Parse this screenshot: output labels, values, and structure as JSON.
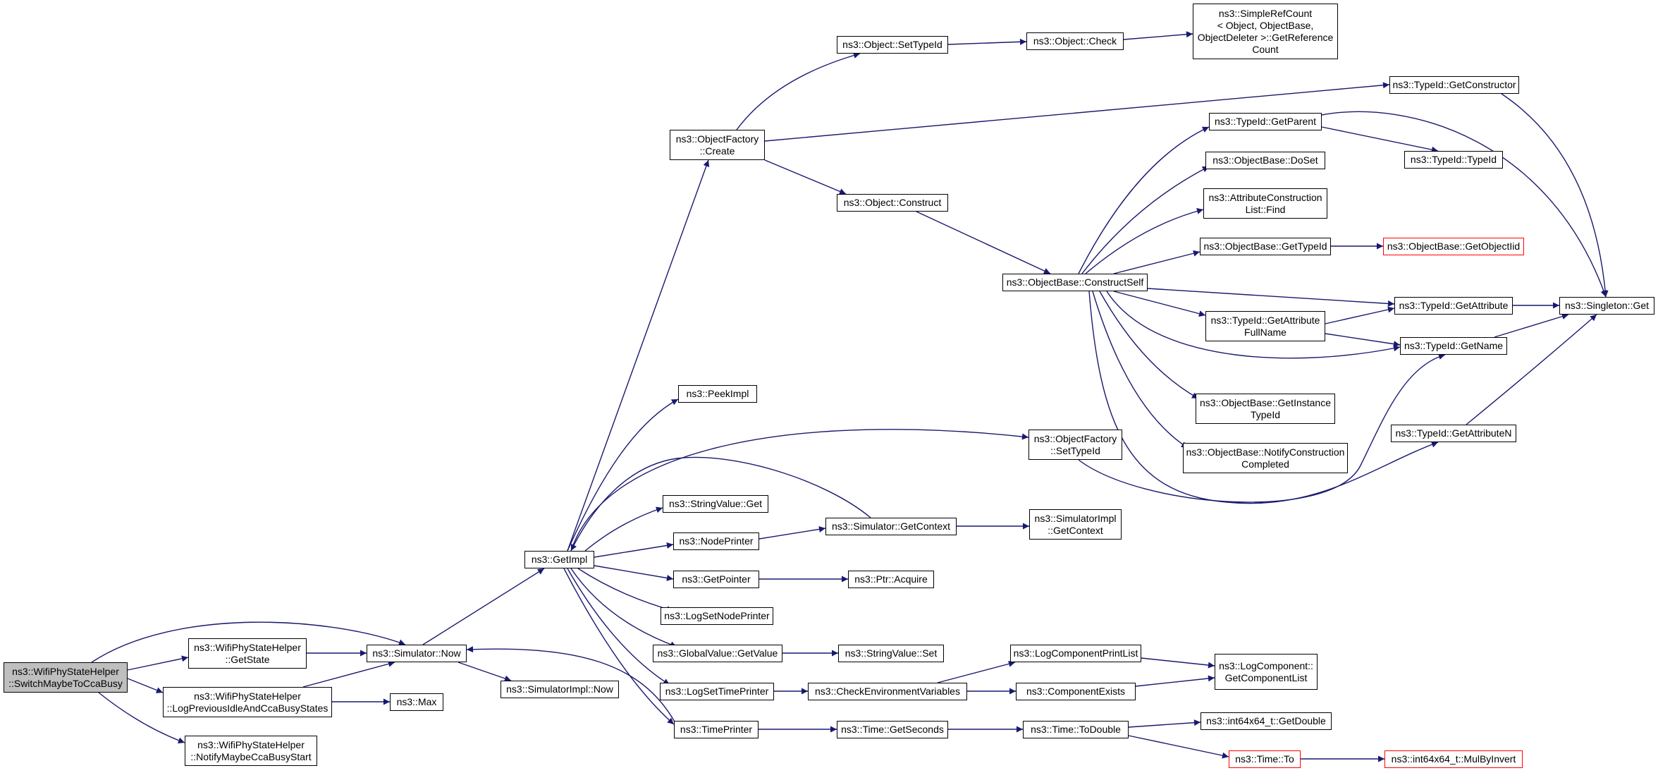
{
  "graph": {
    "edge_color": "#191970",
    "nodes": {
      "switch": "ns3::WifiPhyStateHelper\n::SwitchMaybeToCcaBusy",
      "getstate": "ns3::WifiPhyStateHelper\n::GetState",
      "logprev": "ns3::WifiPhyStateHelper\n::LogPreviousIdleAndCcaBusyStates",
      "notify": "ns3::WifiPhyStateHelper\n::NotifyMaybeCcaBusyStart",
      "now": "ns3::Simulator::Now",
      "max": "ns3::Max",
      "simimplnow": "ns3::SimulatorImpl::Now",
      "getimpl": "ns3::GetImpl",
      "ofcreate": "ns3::ObjectFactory\n::Create",
      "peekimpl": "ns3::PeekImpl",
      "strget": "ns3::StringValue::Get",
      "nodeprinter": "ns3::NodePrinter",
      "getpointer": "ns3::GetPointer",
      "logsetnode": "ns3::LogSetNodePrinter",
      "gvgetvalue": "ns3::GlobalValue::GetValue",
      "logsettime": "ns3::LogSetTimePrinter",
      "timeprinter": "ns3::TimePrinter",
      "objsettypeid": "ns3::Object::SetTypeId",
      "objconstruct": "ns3::Object::Construct",
      "ofsettypeid": "ns3::ObjectFactory\n::SetTypeId",
      "simgetctx": "ns3::Simulator::GetContext",
      "ptracquire": "ns3::Ptr::Acquire",
      "strset": "ns3::StringValue::Set",
      "checkenv": "ns3::CheckEnvironmentVariables",
      "getseconds": "ns3::Time::GetSeconds",
      "objcheck": "ns3::Object::Check",
      "constructself": "ns3::ObjectBase::ConstructSelf",
      "simimplctx": "ns3::SimulatorImpl\n::GetContext",
      "logprintlist": "ns3::LogComponentPrintList",
      "compexists": "ns3::ComponentExists",
      "todouble": "ns3::Time::ToDouble",
      "refcount": "ns3::SimpleRefCount\n< Object, ObjectBase,\nObjectDeleter >::GetReference\nCount",
      "getparent": "ns3::TypeId::GetParent",
      "doset": "ns3::ObjectBase::DoSet",
      "acfind": "ns3::AttributeConstruction\nList::Find",
      "obgettypeid": "ns3::ObjectBase::GetTypeId",
      "getattrfull": "ns3::TypeId::GetAttribute\nFullName",
      "getinstance": "ns3::ObjectBase::GetInstance\nTypeId",
      "notifyconst": "ns3::ObjectBase::NotifyConstruction\nCompleted",
      "getcomplist": "ns3::LogComponent::\nGetComponentList",
      "getdouble": "ns3::int64x64_t::GetDouble",
      "timeto": "ns3::Time::To",
      "getconstructor": "ns3::TypeId::GetConstructor",
      "typeidtypeid": "ns3::TypeId::TypeId",
      "getobjectiid": "ns3::ObjectBase::GetObjectIid",
      "getattribute": "ns3::TypeId::GetAttribute",
      "getname": "ns3::TypeId::GetName",
      "getattrn": "ns3::TypeId::GetAttributeN",
      "mulbyinvert": "ns3::int64x64_t::MulByInvert",
      "singleton": "ns3::Singleton::Get"
    }
  }
}
